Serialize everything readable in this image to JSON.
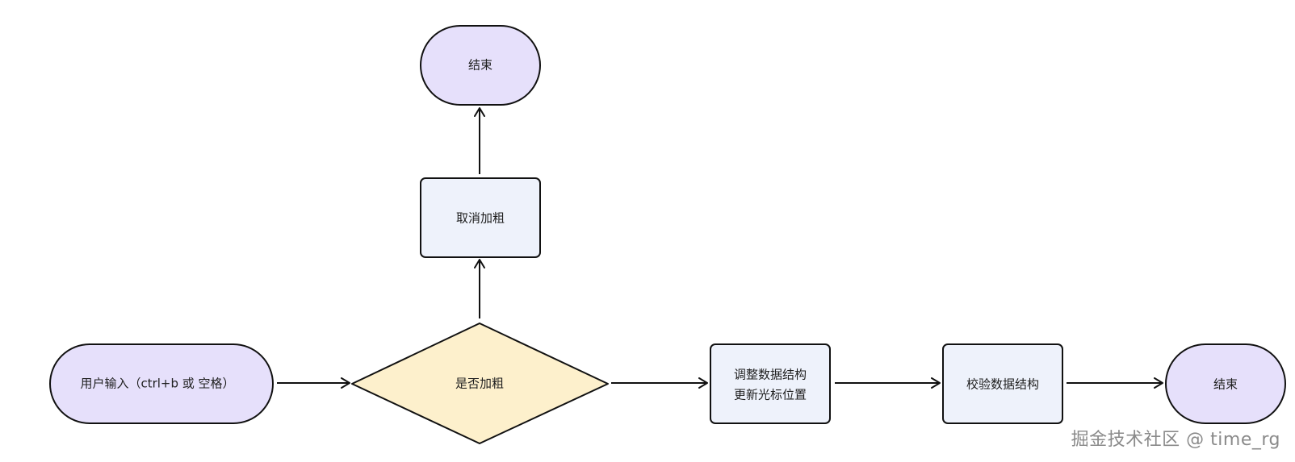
{
  "diagram": {
    "colors": {
      "terminal_fill": "#e6e0fb",
      "process_fill": "#eef2fb",
      "decision_fill": "#fdf0cc",
      "stroke": "#111111"
    },
    "nodes": {
      "end_top": "结束",
      "cancel_bold": "取消加粗",
      "start_user_input": "用户输入（ctrl+b 或 空格）",
      "decision_bold": "是否加粗",
      "adjust_line1": "调整数据结构",
      "adjust_line2": "更新光标位置",
      "validate": "校验数据结构",
      "end_right": "结束"
    }
  },
  "watermark": "掘金技术社区 @ time_rg"
}
